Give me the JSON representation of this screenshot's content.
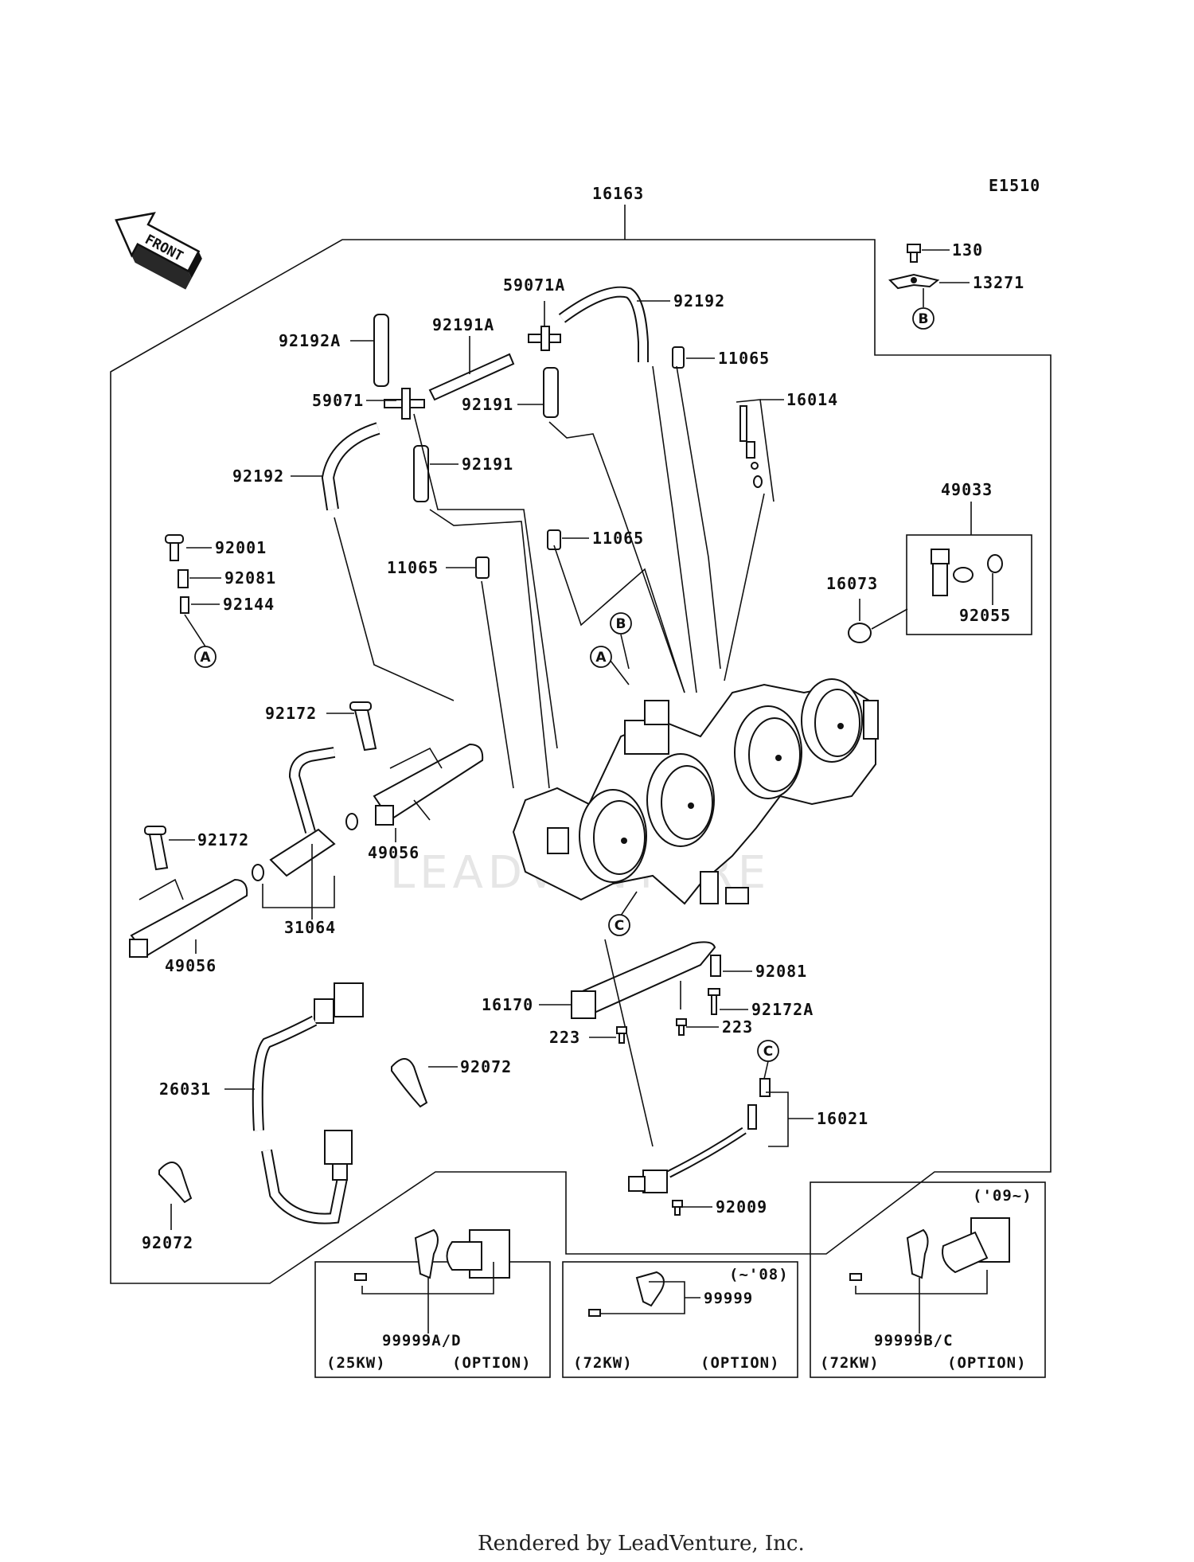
{
  "diagram_code": "E1510",
  "front_label": "FRONT",
  "watermark": "LEADVENTURE",
  "footer": "Rendered by LeadVenture, Inc.",
  "callouts": {
    "A": "A",
    "B": "B",
    "C": "C"
  },
  "part_labels": {
    "p16163": "16163",
    "p130": "130",
    "p13271": "13271",
    "p59071A": "59071A",
    "p92192_top": "92192",
    "p92192A": "92192A",
    "p92191A": "92191A",
    "p11065_top": "11065",
    "p59071": "59071",
    "p92191_a": "92191",
    "p16014": "16014",
    "p92192_left": "92192",
    "p92191_b": "92191",
    "p49033": "49033",
    "p92001": "92001",
    "p11065_mid": "11065",
    "p92081_left": "92081",
    "p11065_left": "11065",
    "p16073": "16073",
    "p92144": "92144",
    "p92055": "92055",
    "p92172_top": "92172",
    "p92172_left": "92172",
    "p49056_mid": "49056",
    "p31064": "31064",
    "p49056_left": "49056",
    "p92081_right": "92081",
    "p16170": "16170",
    "p92172A": "92172A",
    "p223_left": "223",
    "p223_right": "223",
    "p92072_mid": "92072",
    "p26031": "26031",
    "p16021": "16021",
    "p92009": "92009",
    "p92072_bottom": "92072"
  },
  "option_boxes": [
    {
      "part": "99999A/D",
      "power": "(25KW)",
      "option": "(OPTION)",
      "years": ""
    },
    {
      "part": "99999",
      "power": "(72KW)",
      "option": "(OPTION)",
      "years": "(~'08)"
    },
    {
      "part": "99999B/C",
      "power": "(72KW)",
      "option": "(OPTION)",
      "years": "('09~)"
    }
  ]
}
